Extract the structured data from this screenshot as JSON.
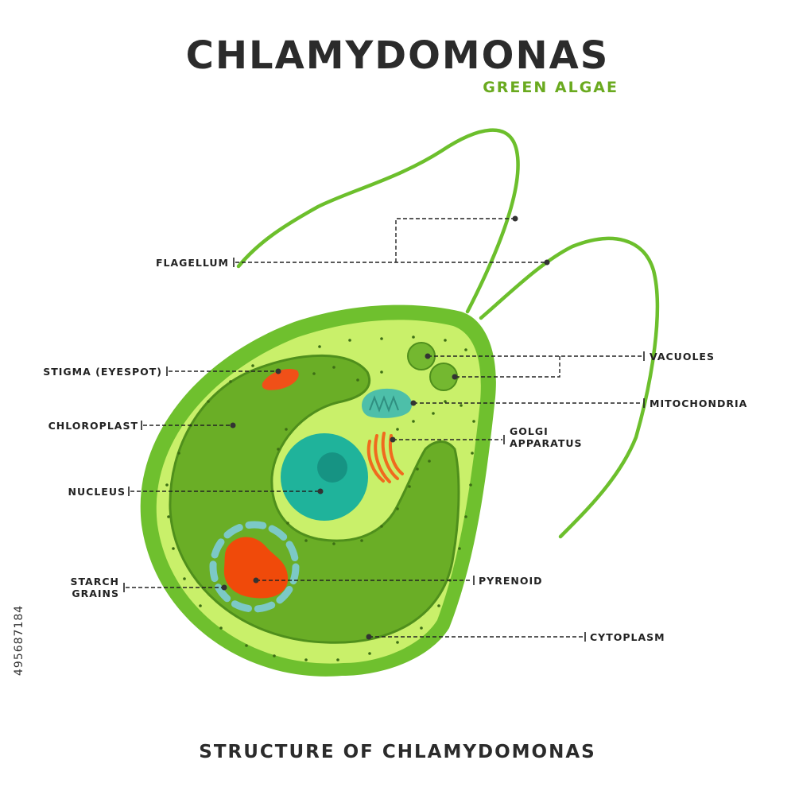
{
  "title": "CHLAMYDOMONAS",
  "subtitle": "GREEN ALGAE",
  "footer": "STRUCTURE OF CHLAMYDOMONAS",
  "stock_id": "495687184",
  "labels": {
    "flagellum": "FLAGELLUM",
    "stigma": "STIGMA (EYESPOT)",
    "chloroplast": "CHLOROPLAST",
    "nucleus": "NUCLEUS",
    "starch_line1": "STARCH",
    "starch_line2": "GRAINS",
    "vacuoles": "VACUOLES",
    "mitochondria": "MITOCHONDRIA",
    "golgi_line1": "GOLGI",
    "golgi_line2": "APPARATUS",
    "pyrenoid": "PYRENOID",
    "cytoplasm": "CYTOPLASM"
  },
  "colors": {
    "title": "#2b2b2b",
    "subtitle": "#6aaa1f",
    "cell_wall": "#6fc02e",
    "cytoplasm": "#c9f06a",
    "chloroplast": "#6aae26",
    "chloroplast_edge": "#4f8f1c",
    "nucleus": "#1fb39b",
    "nucleolus": "#169383",
    "stigma": "#f05018",
    "pyrenoid": "#f04a0a",
    "starch": "#7cc9c6",
    "mitochondria": "#4dbfa9",
    "golgi": "#f06a1e",
    "vacuole": "#74b830",
    "flagellum": "#6cbf2c"
  }
}
